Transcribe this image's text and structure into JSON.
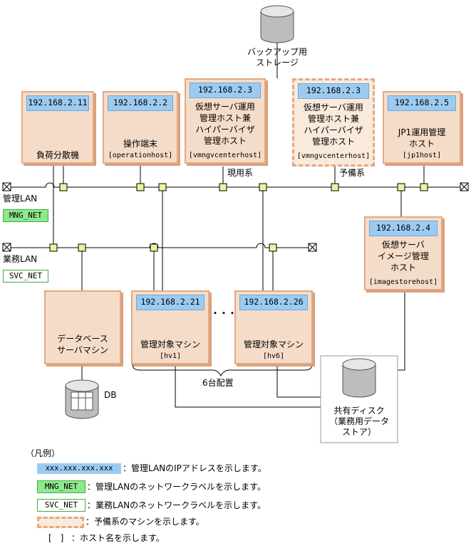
{
  "storage": {
    "label": "バックアップ用\nストレージ"
  },
  "hosts": {
    "lb": {
      "ip": "192.168.2.11",
      "label": "負荷分散機"
    },
    "op": {
      "ip": "192.168.2.2",
      "label": "操作端末",
      "host": "[operationhost]"
    },
    "vm_active": {
      "ip": "192.168.2.3",
      "label": "仮想サーバ運用\n管理ホスト兼\nハイパーバイザ\n管理ホスト",
      "host": "[vmngvcenterhost]"
    },
    "vm_standby": {
      "ip": "192.168.2.3",
      "label": "仮想サーバ運用\n管理ホスト兼\nハイパーバイザ\n管理ホスト",
      "host": "[vmngvcenterhost]"
    },
    "jp1": {
      "ip": "192.168.2.5",
      "label": "JP1運用管理\nホスト",
      "host": "[jp1host]"
    },
    "image": {
      "ip": "192.168.2.4",
      "label": "仮想サーバ\nイメージ管理\nホスト",
      "host": "[imagestorehost]"
    },
    "db": {
      "label": "データベース\nサーバマシン"
    },
    "hv1": {
      "ip": "192.168.2.21",
      "label": "管理対象マシン",
      "host": "[hv1]"
    },
    "hv6": {
      "ip": "192.168.2.26",
      "label": "管理対象マシン",
      "host": "[hv6]"
    }
  },
  "labels": {
    "active": "現用系",
    "standby": "予備系",
    "mng_lan": "管理LAN",
    "mng_net": "MNG_NET",
    "svc_lan": "業務LAN",
    "svc_net": "SVC_NET",
    "ellipsis": "・・・",
    "six": "6台配置",
    "db": "DB",
    "shared_disk": "共有ディスク\n（業務用データ\nストア）"
  },
  "legend": {
    "title": "（凡例）",
    "ip_sample": "xxx.xxx.xxx.xxx",
    "ip_desc": "：管理LANのIPアドレスを示します。",
    "mng_sample": "MNG_NET",
    "mng_desc": "：管理LANのネットワークラベルを示します。",
    "svc_sample": "SVC_NET",
    "svc_desc": "：業務LANのネットワークラベルを示します。",
    "standby_desc": "：予備系のマシンを示します。",
    "host_sample": "[　]",
    "host_desc": "：ホスト名を示します。"
  },
  "colors": {
    "ip_fill": "#9ccbf2",
    "machine_fill": "#f5dcc8",
    "machine_border": "#e3a982",
    "net_label": "#8ee88e",
    "port": "#f0f0a0"
  }
}
